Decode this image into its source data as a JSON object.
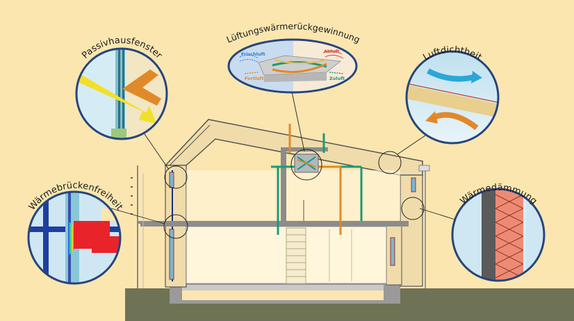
{
  "callouts": {
    "passive_window": "Passivhausfenster",
    "ventilation": "Lüftungswärmerückgewinnung",
    "airtightness": "Luftdichtheit",
    "thermal_bridge": "Wärmebrückenfreiheit",
    "insulation": "Wärmedämmung"
  },
  "airflow": {
    "fresh_air": "Frischluft",
    "exhaust_air": "Abluft",
    "outgoing_air": "Fortluft",
    "supply_air": "Zuluft"
  },
  "colors": {
    "background": "#fbe6b0",
    "ground": "#6f7355",
    "wall": "#efdcaa",
    "fresh_air": "#2a7fd0",
    "exhaust_air": "#d8403a",
    "outgoing_air": "#e0892a",
    "supply_air": "#1a9a7a"
  }
}
